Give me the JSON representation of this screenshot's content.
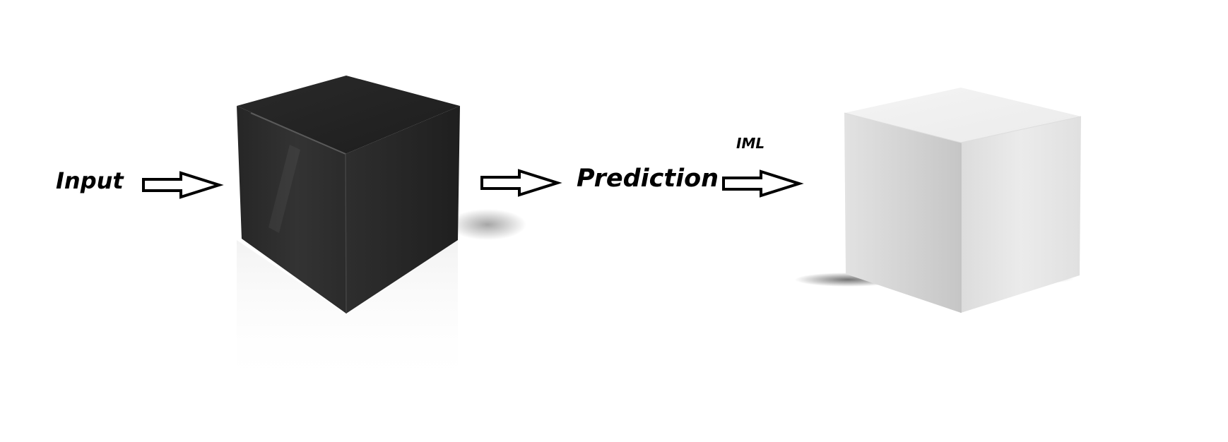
{
  "labels": {
    "input": "Input",
    "prediction": "Prediction",
    "iml": "IML"
  },
  "icons": {
    "black_box": "black-box-cube-icon",
    "white_box": "white-box-cube-icon",
    "arrow": "hollow-right-arrow-icon"
  },
  "colors": {
    "background": "#ffffff",
    "text": "#000000",
    "black_cube": "#2a2a2a",
    "white_cube": "#e8e8e8"
  }
}
